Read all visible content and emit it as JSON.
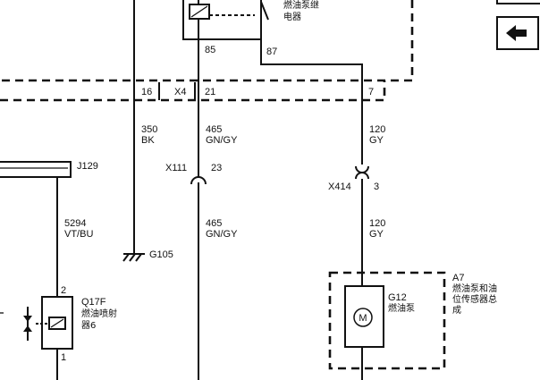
{
  "relay": {
    "name_line1": "燃油泵继",
    "name_line2": "电器",
    "pin_left": "85",
    "pin_right": "87"
  },
  "connector_x4": {
    "name": "X4",
    "pins": [
      "16",
      "21",
      "7"
    ]
  },
  "wires": {
    "w350": {
      "num": "350",
      "color": "BK"
    },
    "w465_top": {
      "num": "465",
      "color": "GN/GY"
    },
    "w465_bottom": {
      "num": "465",
      "color": "GN/GY"
    },
    "w120_top": {
      "num": "120",
      "color": "GY"
    },
    "w120_bottom": {
      "num": "120",
      "color": "GY"
    },
    "w5294": {
      "num": "5294",
      "color": "VT/BU"
    }
  },
  "connectors": {
    "x111": {
      "name": "X111",
      "pin": "23"
    },
    "x414": {
      "name": "X414",
      "pin": "3"
    },
    "j129": {
      "name": "J129"
    }
  },
  "ground": {
    "name": "G105"
  },
  "fuel_pump_module": {
    "ref": "A7",
    "name_line1": "燃油泵和油",
    "name_line2": "位传感器总",
    "name_line3": "成"
  },
  "fuel_pump": {
    "ref": "G12",
    "name": "燃油泵",
    "symbol": "M"
  },
  "injector": {
    "ref": "Q17F",
    "name_line1": "燃油喷射",
    "name_line2": "器6",
    "pin_top": "2",
    "pin_bottom": "1"
  },
  "nav": {
    "back_icon": "left-arrow-icon"
  }
}
